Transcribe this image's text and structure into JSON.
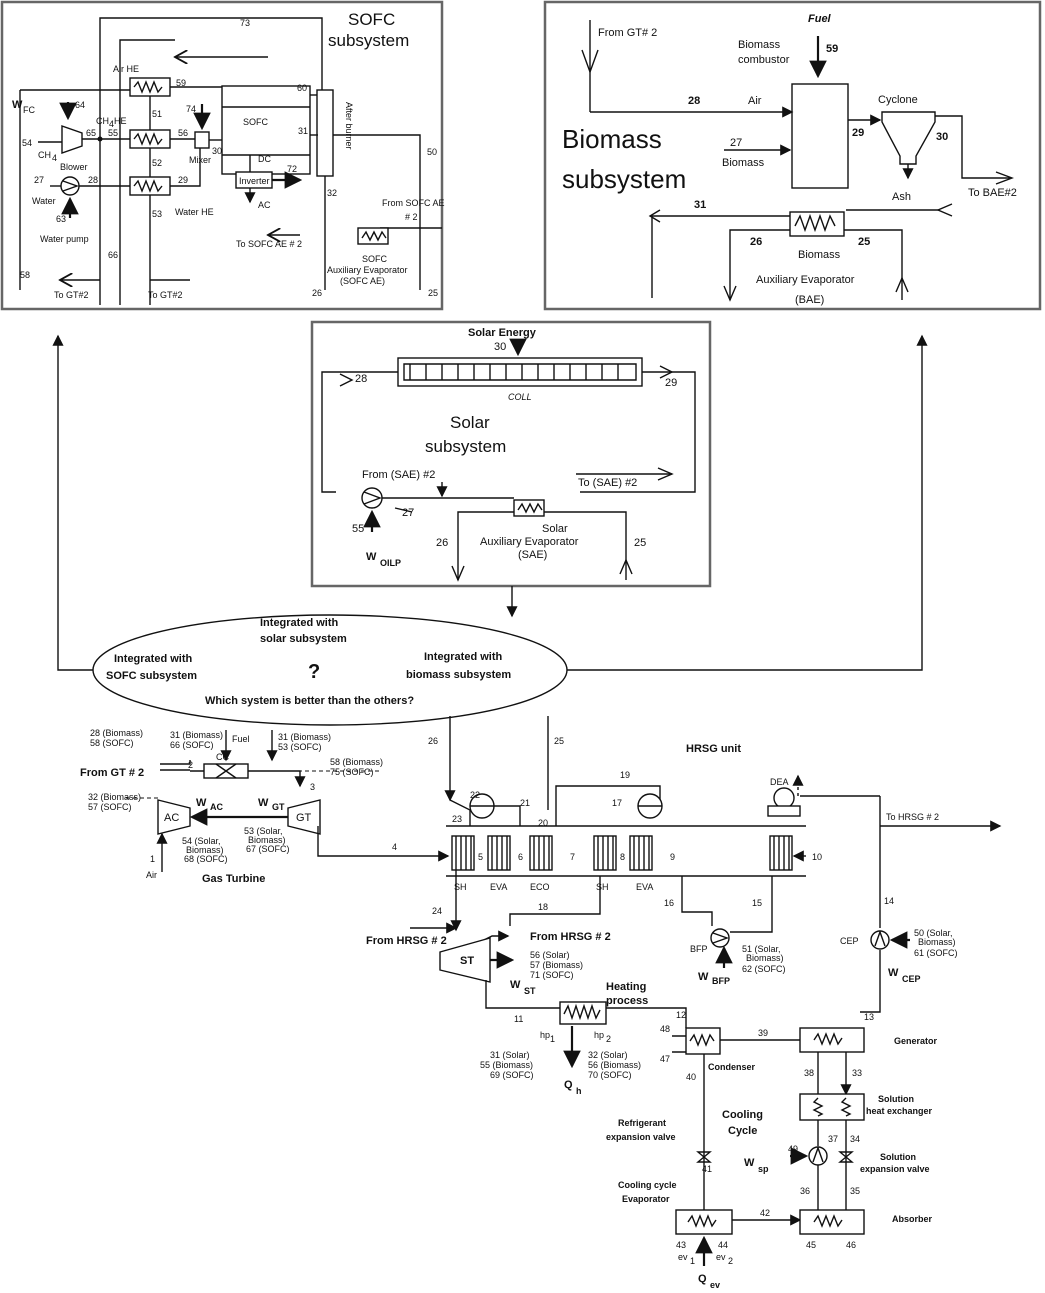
{
  "sofc": {
    "title_line1": "SOFC",
    "title_line2": "subsystem",
    "labels": {
      "n73": "73",
      "air_he": "Air HE",
      "n59": "59",
      "n60": "60",
      "n64": "64",
      "wfc_w": "W",
      "wfc_sub": "FC",
      "n54": "54",
      "ch4": "CH",
      "ch4_sub": "4",
      "blower": "Blower",
      "n65": "65",
      "ch4_he": "CH",
      "ch4_he_sub": "4",
      "ch4_he_tail": " HE",
      "n55": "55",
      "n51": "51",
      "n74": "74",
      "n56": "56",
      "mixer": "Mixer",
      "n30": "30",
      "sofc_box": "SOFC",
      "n31": "31",
      "after_burner": "After burner",
      "n27": "27",
      "water": "Water",
      "n28": "28",
      "n52": "52",
      "n29": "29",
      "dc": "DC",
      "inverter": "Inverter",
      "n72": "72",
      "ac": "AC",
      "n32": "32",
      "n50": "50",
      "n63": "63",
      "water_pump": "Water pump",
      "n53": "53",
      "water_he": "Water HE",
      "from_sofc_ae": "From SOFC AE",
      "hash2": "# 2",
      "to_sofc_ae": "To SOFC AE # 2",
      "n66": "66",
      "sofc_ae_1": "SOFC",
      "sofc_ae_2": "Auxiliary Evaporator",
      "sofc_ae_3": "(SOFC AE)",
      "n58": "58",
      "to_gt1": "To GT#2",
      "to_gt2": "To GT#2",
      "n26": "26",
      "n25": "25"
    }
  },
  "biomass": {
    "labels": {
      "from_gt": "From GT# 2",
      "fuel": "Fuel",
      "n59": "59",
      "combustor1": "Biomass",
      "combustor2": "combustor",
      "n28": "28",
      "air": "Air",
      "cyclone": "Cyclone",
      "title1": "Biomass",
      "title2": "subsystem",
      "n27": "27",
      "biomass_in": "Biomass",
      "n29": "29",
      "n30": "30",
      "ash": "Ash",
      "to_bae": "To BAE#2",
      "n31": "31",
      "n26": "26",
      "n25": "25",
      "bae1": "Biomass",
      "bae2": "Auxiliary Evaporator",
      "bae3": "(BAE)"
    }
  },
  "solar": {
    "labels": {
      "solar_energy": "Solar Energy",
      "n30": "30",
      "n28": "28",
      "n29": "29",
      "coll": "COLL",
      "title1": "Solar",
      "title2": "subsystem",
      "from_sae": "From (SAE) #2",
      "to_sae": "To (SAE) #2",
      "n27": "27",
      "n55": "55",
      "n26": "26",
      "n25": "25",
      "sae1": "Solar",
      "sae2": "Auxiliary Evaporator",
      "sae3": "(SAE)",
      "woilp_w": "W",
      "woilp_sub": "OILP"
    }
  },
  "question": {
    "solar_line1": "Integrated with",
    "solar_line2": "solar subsystem",
    "sofc_line1": "Integrated with",
    "sofc_line2": "SOFC subsystem",
    "bio_line1": "Integrated with",
    "bio_line2": "biomass subsystem",
    "mark": "?",
    "which": "Which system is better than the others?"
  },
  "plant": {
    "labels": {
      "l28bio": "28 (Biomass)",
      "l58sofc": "58 (SOFC)",
      "l31bio": "31 (Biomass)",
      "l66sofc": "66 (SOFC)",
      "fuel": "Fuel",
      "l31bio_b": "31 (Biomass)",
      "l53sofc": "53 (SOFC)",
      "n26": "26",
      "n25": "25",
      "hrsg_unit": "HRSG unit",
      "from_gt2": "From GT # 2",
      "n2": "2",
      "cc": "CC",
      "l58bio": "58 (Biomass)",
      "l75sofc": "75 (SOFC)",
      "n3": "3",
      "wac_w": "W",
      "wac_sub": "AC",
      "wgt_w": "W",
      "wgt_sub": "GT",
      "l32bio": "32 (Biomass)",
      "l57sofc": "57 (SOFC)",
      "ac": "AC",
      "gt": "GT",
      "l54a": "54 (Solar,",
      "l54b": "Biomass)",
      "l68": "68 (SOFC)",
      "l53a": "53 (Solar,",
      "l53b": "Biomass)",
      "l67": "67 (SOFC)",
      "n1": "1",
      "air": "Air",
      "gas_turbine": "Gas Turbine",
      "n4": "4",
      "n22": "22",
      "n21": "21",
      "n23": "23",
      "n20": "20",
      "n19": "19",
      "n17": "17",
      "dea": "DEA",
      "to_hrsg": "To HRSG # 2",
      "n5": "5",
      "n6": "6",
      "n7": "7",
      "n8": "8",
      "n9": "9",
      "n10": "10",
      "sh1": "SH",
      "eva1": "EVA",
      "eco": "ECO",
      "sh2": "SH",
      "eva2": "EVA",
      "n24": "24",
      "n18": "18",
      "n16": "16",
      "n15": "15",
      "n14": "14",
      "from_hrsg1": "From HRSG # 2",
      "from_hrsg2": "From HRSG # 2",
      "st": "ST",
      "l56": "56 (Solar)",
      "l57": "57 (Biomass)",
      "l71": "71 (SOFC)",
      "bfp": "BFP",
      "l51a": "51 (Solar,",
      "l51b": "Biomass)",
      "l62": "62 (SOFC)",
      "wbfp_w": "W",
      "wbfp_sub": "BFP",
      "cep": "CEP",
      "l50a": "50 (Solar,",
      "l50b": "Biomass)",
      "l61": "61 (SOFC)",
      "wcep_w": "W",
      "wcep_sub": "CEP",
      "wst_w": "W",
      "wst_sub": "ST",
      "heating1": "Heating",
      "heating2": "process",
      "n11": "11",
      "n12": "12",
      "n13": "13",
      "hp1": "hp",
      "hp1_sub": "1",
      "hp2": "hp",
      "hp2_sub": "2",
      "l31s": "31 (Solar)",
      "l55b": "55 (Biomass)",
      "l69": "69 (SOFC)",
      "l32s": "32 (Solar)",
      "l56b": "56 (Biomass)",
      "l70": "70 (SOFC)",
      "qh_q": "Q",
      "qh_sub": "h",
      "n48": "48",
      "n47": "47",
      "n39": "39",
      "condenser": "Condenser",
      "generator": "Generator",
      "n40": "40",
      "n38": "38",
      "n33": "33",
      "shx1": "Solution",
      "shx2": "heat exchanger",
      "refexp1": "Refrigerant",
      "refexp2": "expansion valve",
      "cooling1": "Cooling",
      "cooling2": "Cycle",
      "n37": "37",
      "n34": "34",
      "n49": "49",
      "wsp_w": "W",
      "wsp_sub": "sp",
      "solexp1": "Solution",
      "solexp2": "expansion valve",
      "n41": "41",
      "n36": "36",
      "n35": "35",
      "ccevap1": "Cooling cycle",
      "ccevap2": "Evaporator",
      "n42": "42",
      "absorber": "Absorber",
      "n43": "43",
      "n44": "44",
      "n45": "45",
      "n46": "46",
      "ev1": "ev",
      "ev1_sub": "1",
      "ev2": "ev",
      "ev2_sub": "2",
      "qev_q": "Q",
      "qev_sub": "ev"
    }
  }
}
